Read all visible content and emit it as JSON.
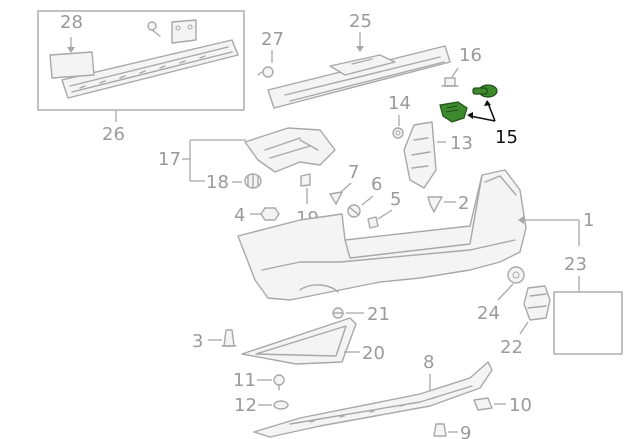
{
  "diagram": {
    "callouts": {
      "c1": "1",
      "c2": "2",
      "c3": "3",
      "c4": "4",
      "c5": "5",
      "c6": "6",
      "c7": "7",
      "c8": "8",
      "c9": "9",
      "c10": "10",
      "c11": "11",
      "c12": "12",
      "c13": "13",
      "c14": "14",
      "c15": "15",
      "c16": "16",
      "c17": "17",
      "c18": "18",
      "c19": "19",
      "c20": "20",
      "c21": "21",
      "c22": "22",
      "c23": "23",
      "c24": "24",
      "c25": "25",
      "c26": "26",
      "c27": "27",
      "c28": "28"
    },
    "highlighted_callout": "15",
    "colors": {
      "line_gray": "#a8a8a8",
      "text_gray": "#9a9a9a",
      "highlight_green": "#3d8a2e",
      "highlight_text": "#111111"
    }
  }
}
